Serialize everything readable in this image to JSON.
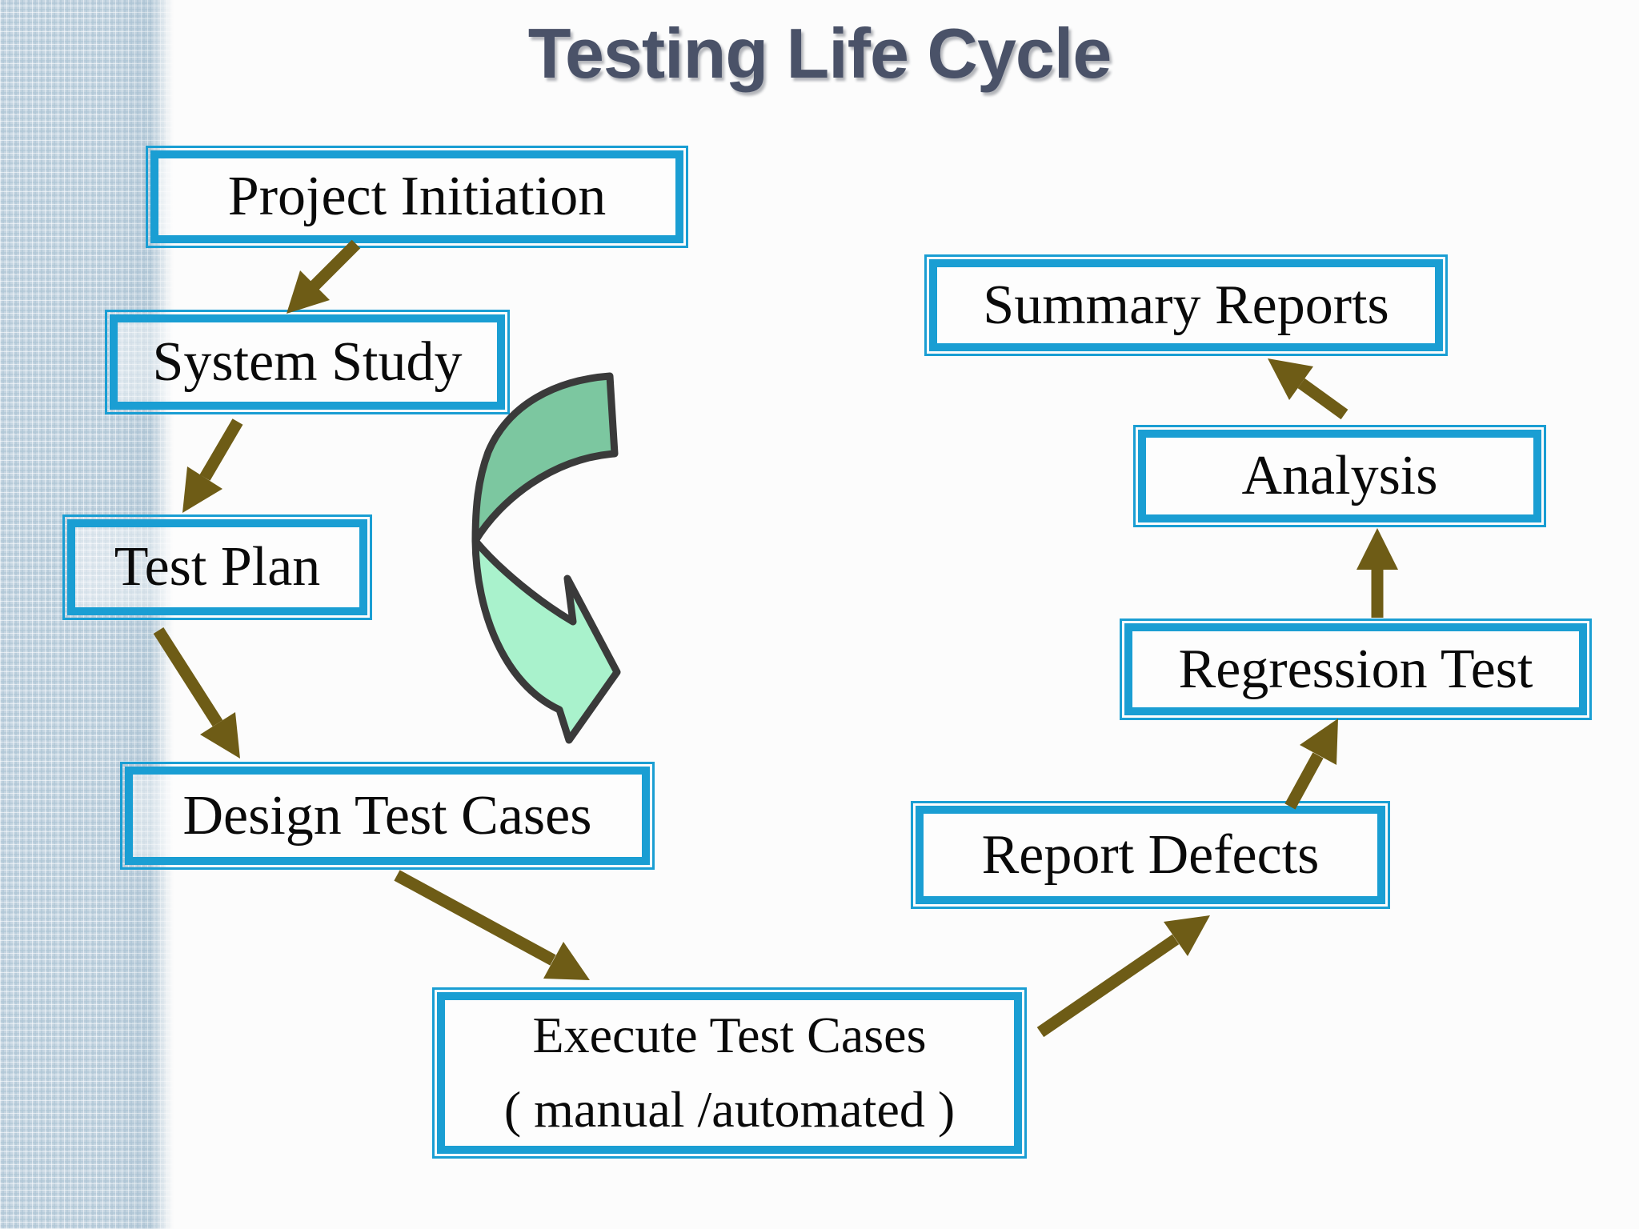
{
  "title": "Testing Life Cycle",
  "colors": {
    "box_border": "#1a9ed3",
    "arrow": "#6e5c16",
    "curved_arrow_top": "#7cc7a0",
    "curved_arrow_bottom": "#a9f2cc",
    "curved_arrow_outline": "#3a3a3a",
    "title": "#4a5268",
    "sidebar": "#c6d6e2"
  },
  "diagram": {
    "nodes": [
      {
        "id": "project-initiation",
        "label": "Project Initiation"
      },
      {
        "id": "system-study",
        "label": "System Study"
      },
      {
        "id": "test-plan",
        "label": "Test Plan"
      },
      {
        "id": "design-test-cases",
        "label": "Design Test Cases"
      },
      {
        "id": "execute-test-cases",
        "label": "Execute Test Cases",
        "label2": "( manual /automated )"
      },
      {
        "id": "report-defects",
        "label": "Report Defects"
      },
      {
        "id": "regression-test",
        "label": "Regression Test"
      },
      {
        "id": "analysis",
        "label": "Analysis"
      },
      {
        "id": "summary-reports",
        "label": "Summary Reports"
      }
    ],
    "edges": [
      {
        "from": "project-initiation",
        "to": "system-study"
      },
      {
        "from": "system-study",
        "to": "test-plan"
      },
      {
        "from": "test-plan",
        "to": "design-test-cases"
      },
      {
        "from": "design-test-cases",
        "to": "execute-test-cases"
      },
      {
        "from": "execute-test-cases",
        "to": "report-defects"
      },
      {
        "from": "report-defects",
        "to": "regression-test"
      },
      {
        "from": "regression-test",
        "to": "analysis"
      },
      {
        "from": "analysis",
        "to": "summary-reports"
      }
    ]
  }
}
